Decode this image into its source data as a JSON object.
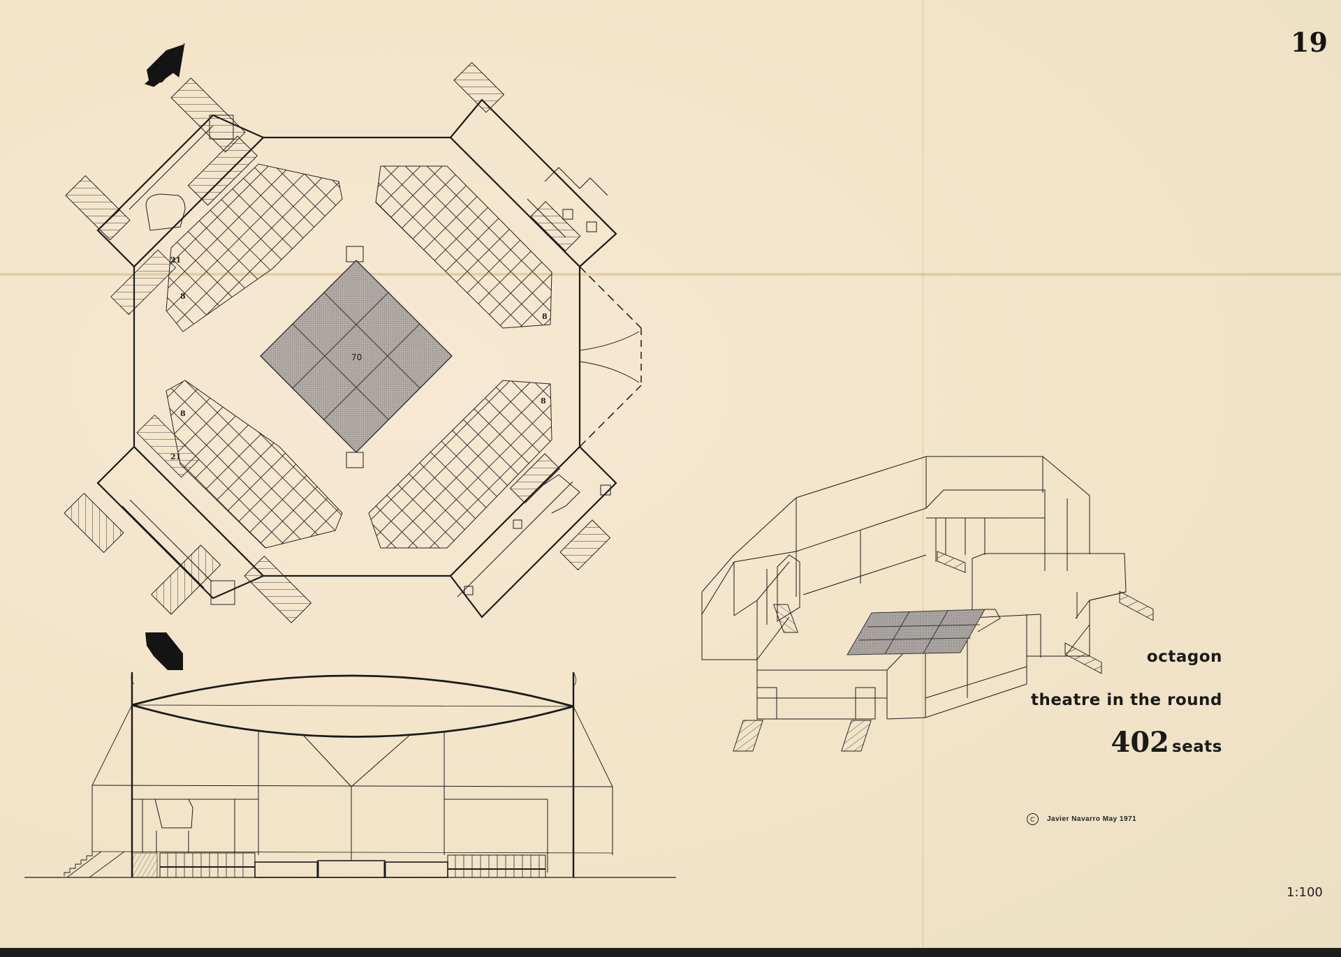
{
  "page": {
    "number": "19",
    "scale": "1:100"
  },
  "title": {
    "line1": "octagon",
    "line2": "theatre in the round",
    "seats_count": "402",
    "seats_word": "seats"
  },
  "credit": {
    "symbol": "C",
    "text": "Javier Navarro May 1971"
  },
  "floor_plan": {
    "stage_label": "70",
    "seat_block_labels": {
      "nw_top": "21",
      "nw_side": "8",
      "sw_side": "8",
      "sw_bottom": "21",
      "ne_side": "8",
      "se_side": "8"
    },
    "entrance_arrows": [
      "entrance-arrow-top",
      "entrance-arrow-bottom"
    ]
  },
  "colors": {
    "paper": "#f3e6cc",
    "ink": "#1a1a1a",
    "stage_fill": "#a9a3a0"
  }
}
